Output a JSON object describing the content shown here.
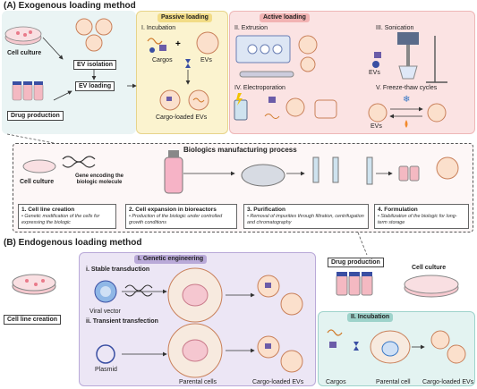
{
  "section_a": {
    "title": "(A) Exogenous loading method",
    "cell_culture": "Cell culture",
    "ev_isolation": "EV isolation",
    "ev_loading": "EV loading",
    "drug_production": "Drug production",
    "passive": {
      "title": "Passive loading",
      "incubation": "I. Incubation",
      "cargos": "Cargos",
      "evs": "EVs",
      "result": "Cargo-loaded EVs"
    },
    "active": {
      "title": "Active loading",
      "extrusion": "II. Extrusion",
      "sonication": "III. Sonication",
      "electroporation": "IV. Electroporation",
      "freeze_thaw": "V. Freeze-thaw cycles",
      "evs_a": "EVs",
      "evs_b": "EVs"
    }
  },
  "biologics": {
    "title": "Biologics manufacturing process",
    "cell_culture": "Cell culture",
    "gene_label": "Gene encoding the biologic molecule",
    "steps": [
      {
        "head": "1. Cell line creation",
        "desc": "• Genetic modification of the cells for expressing the biologic"
      },
      {
        "head": "2. Cell expansion in bioreactors",
        "desc": "• Production of the biologic under controlled growth conditions"
      },
      {
        "head": "3. Purification",
        "desc": "• Removal of impurities through filtration, centrifugation and chromatography"
      },
      {
        "head": "4. Formulation",
        "desc": "• Stabilization of the biologic for long-term storage"
      }
    ]
  },
  "section_b": {
    "title": "(B) Endogenous loading method",
    "cell_line_creation": "Cell line creation",
    "genetic": {
      "title": "I. Genetic engineering",
      "stable": "i. Stable transduction",
      "viral_vector": "Viral vector",
      "transient": "ii. Transient transfection",
      "plasmid": "Plasmid",
      "parental_cells": "Parental cells",
      "cargo_evs": "Cargo-loaded EVs"
    },
    "drug_production": "Drug production",
    "cell_culture": "Cell culture",
    "incubation": {
      "title": "II. Incubation",
      "cargos": "Cargos",
      "parental_cell": "Parental cell",
      "cargo_evs": "Cargo-loaded EVs"
    }
  },
  "colors": {
    "passive_bg": "#fbf3cf",
    "active_bg": "#fbe3e3",
    "genetic_bg": "#ece6f5",
    "incubation_bg": "#e3f3f1",
    "section_a_bg": "#eaf4f4",
    "accent_pink": "#e97a8a",
    "accent_purple": "#6b5ca8",
    "accent_blue": "#3a4fa3"
  }
}
